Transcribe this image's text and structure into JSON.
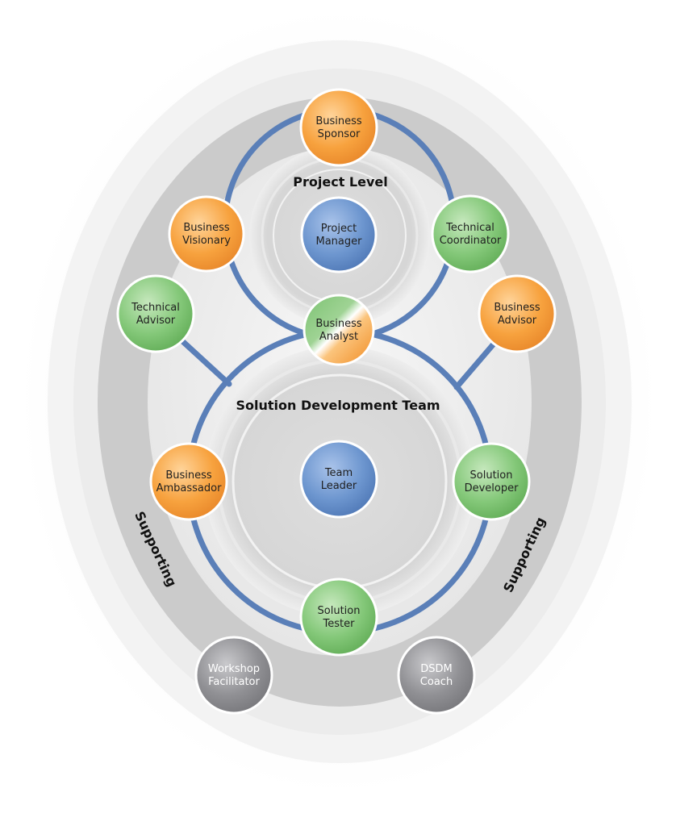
{
  "colors": {
    "orange": "#f7a23e",
    "green": "#84c879",
    "blue": "#6d96cf",
    "grey": "#8f8f93",
    "connector": "#5a7fb8",
    "ring": "#cfcfcf"
  },
  "headings": {
    "project_level": "Project Level",
    "solution_team": "Solution Development Team",
    "supporting_left": "Supporting",
    "supporting_right": "Supporting"
  },
  "roles": {
    "business_sponsor": {
      "line1": "Business",
      "line2": "Sponsor",
      "color": "orange"
    },
    "project_manager": {
      "line1": "Project",
      "line2": "Manager",
      "color": "blue"
    },
    "business_visionary": {
      "line1": "Business",
      "line2": "Visionary",
      "color": "orange"
    },
    "technical_coordinator": {
      "line1": "Technical",
      "line2": "Coordinator",
      "color": "green"
    },
    "technical_advisor": {
      "line1": "Technical",
      "line2": "Advisor",
      "color": "green"
    },
    "business_advisor": {
      "line1": "Business",
      "line2": "Advisor",
      "color": "orange"
    },
    "business_analyst": {
      "line1": "Business",
      "line2": "Analyst",
      "color": "mixed"
    },
    "team_leader": {
      "line1": "Team",
      "line2": "Leader",
      "color": "blue"
    },
    "business_ambassador": {
      "line1": "Business",
      "line2": "Ambassador",
      "color": "orange"
    },
    "solution_developer": {
      "line1": "Solution",
      "line2": "Developer",
      "color": "green"
    },
    "solution_tester": {
      "line1": "Solution",
      "line2": "Tester",
      "color": "green"
    },
    "workshop_facilitator": {
      "line1": "Workshop",
      "line2": "Facilitator",
      "color": "grey"
    },
    "dsdm_coach": {
      "line1": "DSDM",
      "line2": "Coach",
      "color": "grey"
    }
  }
}
